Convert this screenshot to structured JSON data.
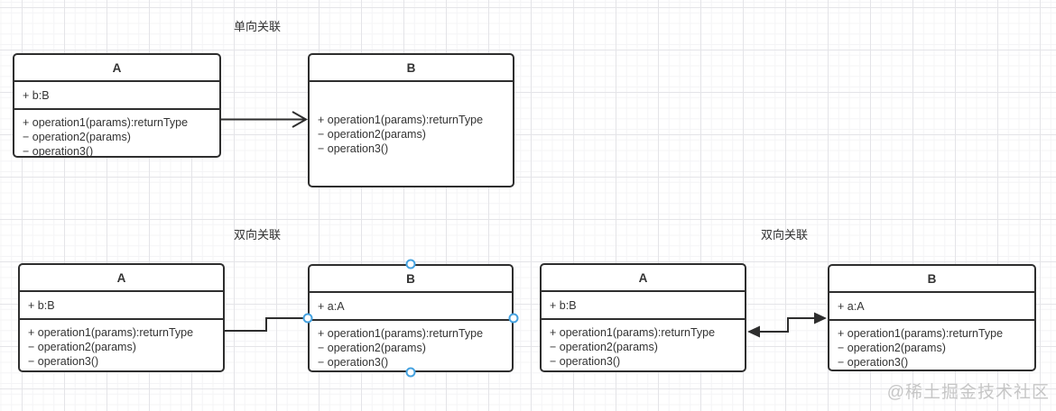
{
  "canvas": {
    "section_labels": [
      {
        "text": "单向关联"
      },
      {
        "text": "双向关联"
      },
      {
        "text": "双向关联"
      }
    ],
    "classes": [
      {
        "title": "A",
        "attributes": [
          "+ b:B"
        ],
        "operations": [
          "+ operation1(params):returnType",
          "− operation2(params)",
          "− operation3()"
        ]
      },
      {
        "title": "B",
        "attributes": [],
        "operations": [
          "+ operation1(params):returnType",
          "− operation2(params)",
          "− operation3()"
        ]
      },
      {
        "title": "A",
        "attributes": [
          "+ b:B"
        ],
        "operations": [
          "+ operation1(params):returnType",
          "− operation2(params)",
          "− operation3()"
        ]
      },
      {
        "title": "B",
        "attributes": [
          "+ a:A"
        ],
        "operations": [
          "+ operation1(params):returnType",
          "− operation2(params)",
          "− operation3()"
        ]
      },
      {
        "title": "A",
        "attributes": [
          "+ b:B"
        ],
        "operations": [
          "+ operation1(params):returnType",
          "− operation2(params)",
          "− operation3()"
        ]
      },
      {
        "title": "B",
        "attributes": [
          "+ a:A"
        ],
        "operations": [
          "+ operation1(params):returnType",
          "− operation2(params)",
          "− operation3()"
        ]
      }
    ],
    "colors": {
      "shape_stroke": "#2e2e2e",
      "text": "#333333",
      "handle_accent": "#45a2e0",
      "grid_minor": "#f4f4f6",
      "grid_major": "#e4e4e8",
      "watermark": "#c6c6c6"
    }
  },
  "watermark": {
    "text": "@稀土掘金技术社区"
  }
}
